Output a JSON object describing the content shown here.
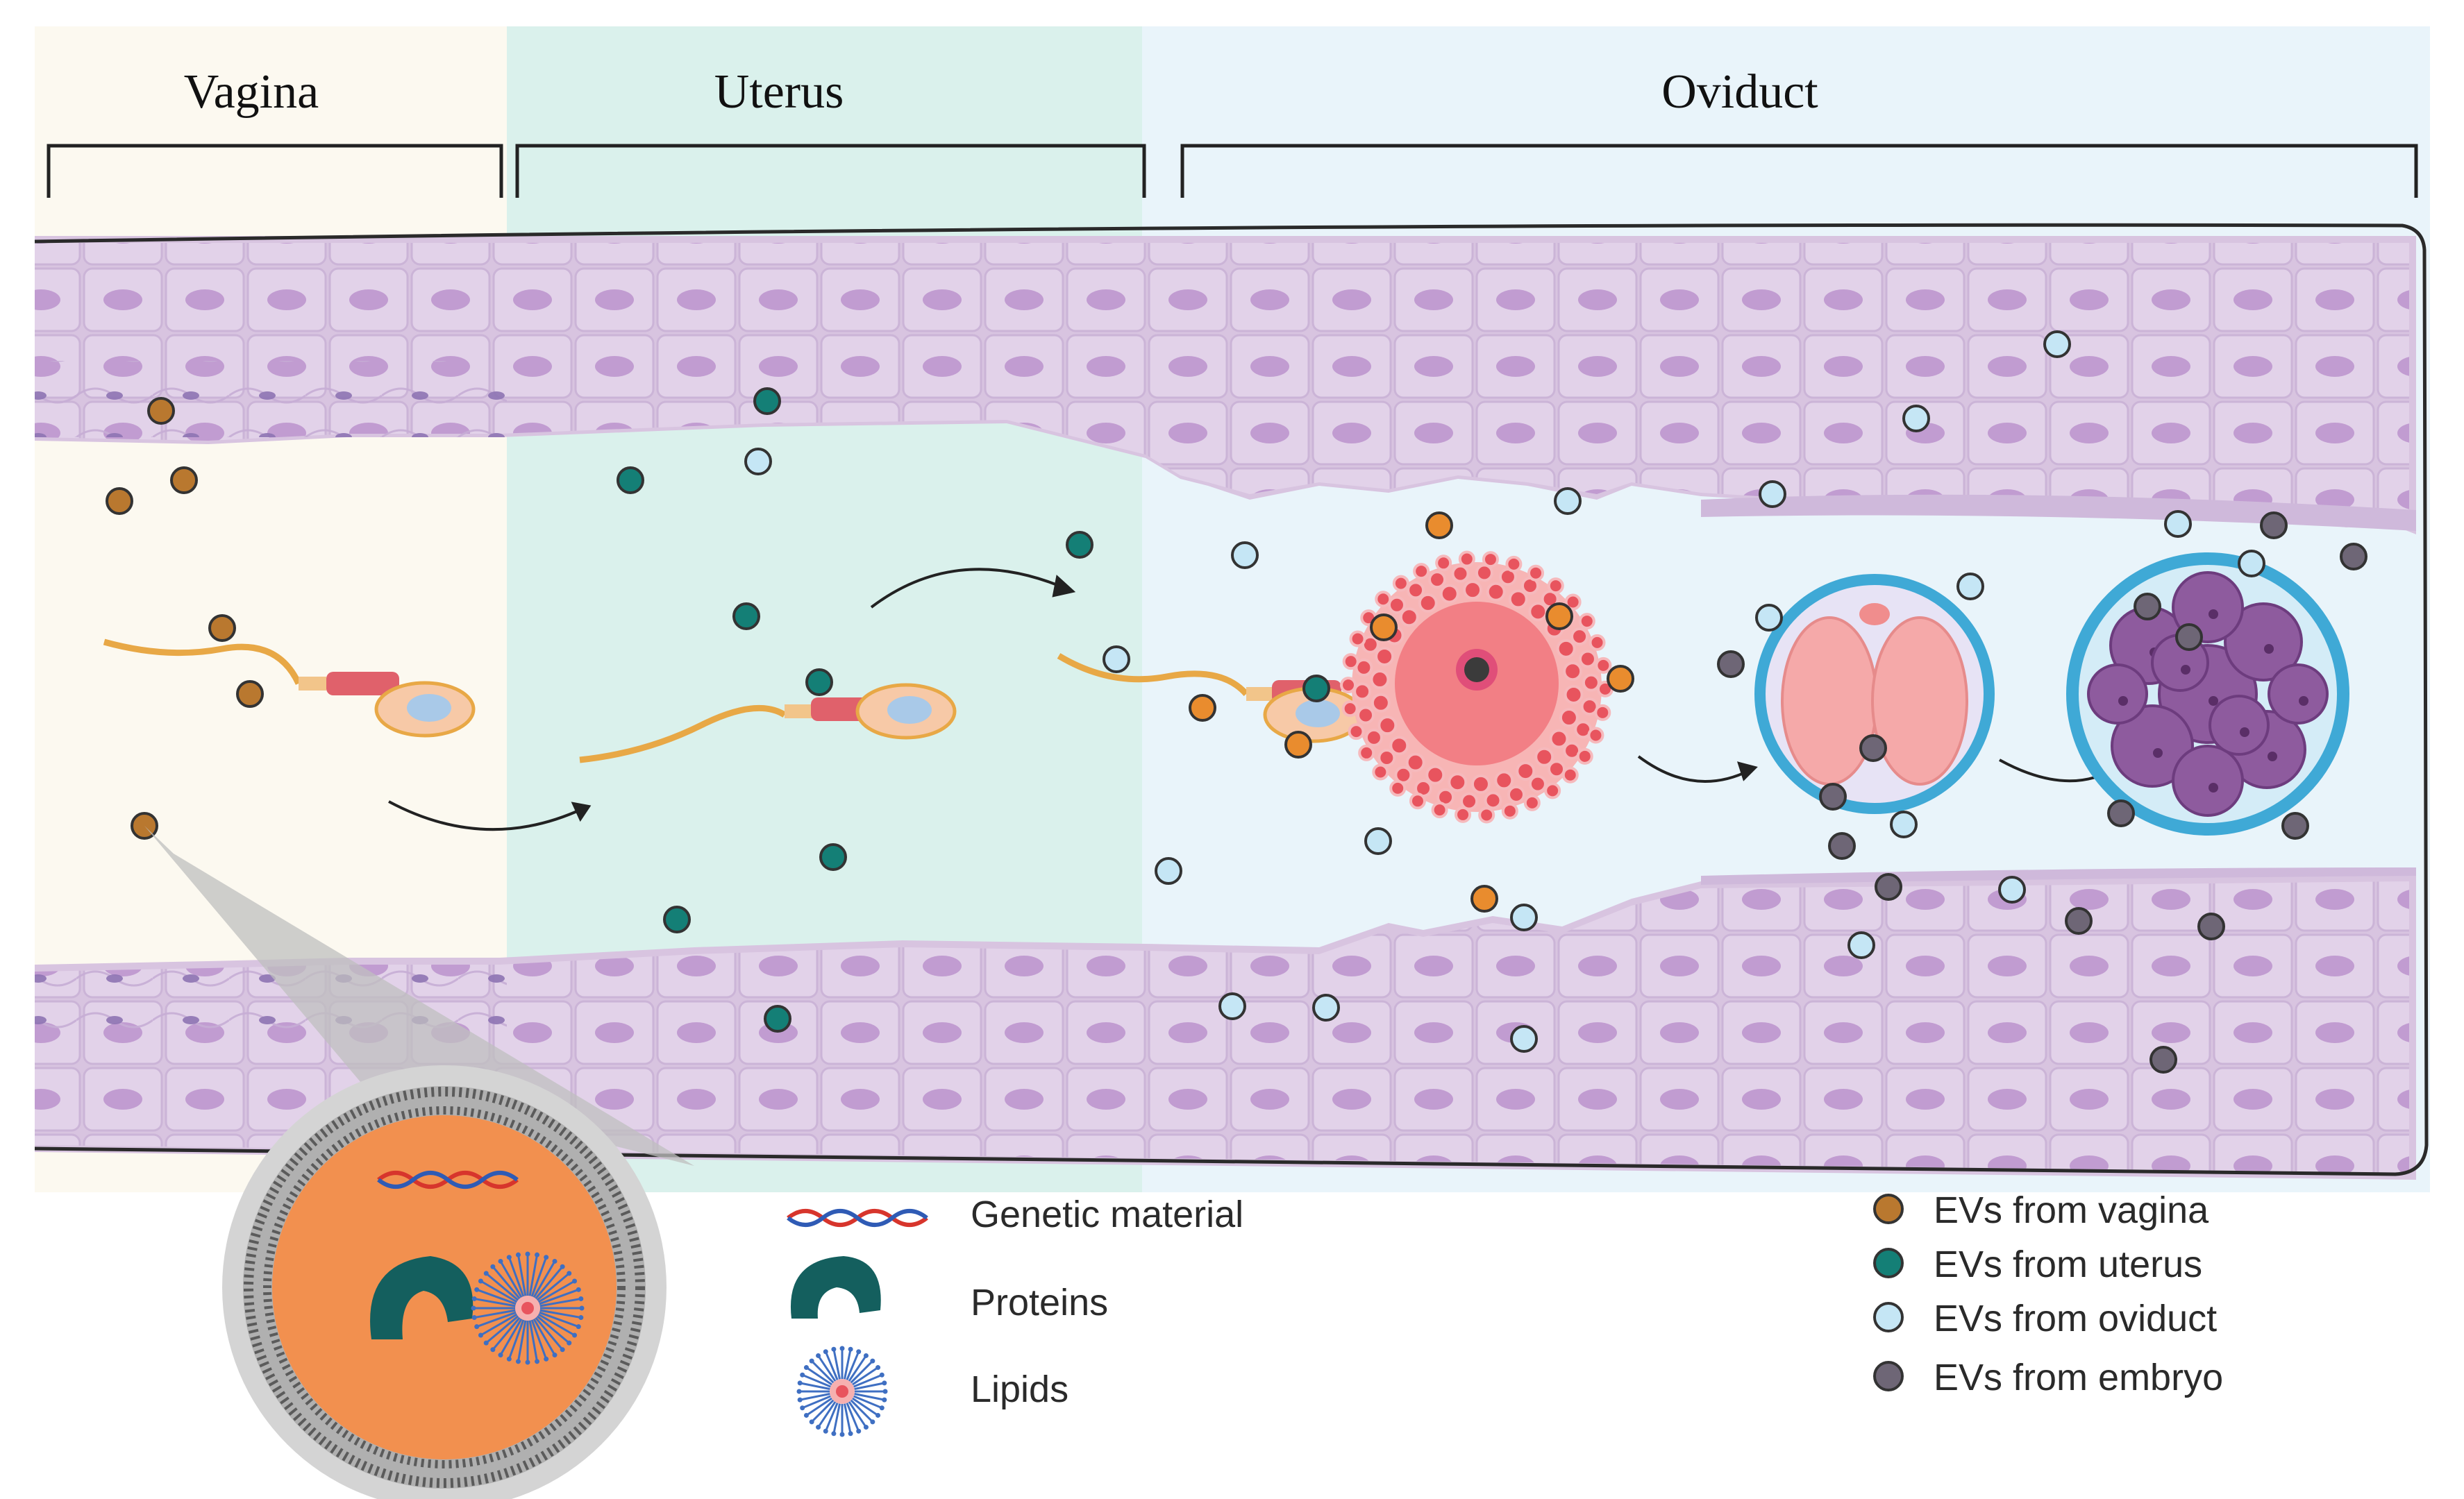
{
  "regions": {
    "vagina": "Vagina",
    "uterus": "Uterus",
    "oviduct": "Oviduct"
  },
  "cargo_legend": {
    "genetic": "Genetic material",
    "proteins": "Proteins",
    "lipids": "Lipids"
  },
  "ev_legend": [
    {
      "label": "EVs from vagina",
      "color": "#B9782F"
    },
    {
      "label": "EVs from uterus",
      "color": "#147F76"
    },
    {
      "label": "EVs from oviduct",
      "color": "#C5E6F5"
    },
    {
      "label": "EVs from embryo",
      "color": "#6E6676"
    }
  ],
  "colors": {
    "vagina_bg": "#FCF9F0",
    "uterus_bg": "#DAF1EC",
    "oviduct_bg": "#E9F4FA",
    "tissue": "#D8C4E0",
    "tissue_cell": "#E2D2E9",
    "nucleus": "#BE98CF",
    "zona": "#3FA9D6",
    "oocyte": "#F08D8D",
    "ev_orange": "#E98C2E"
  }
}
